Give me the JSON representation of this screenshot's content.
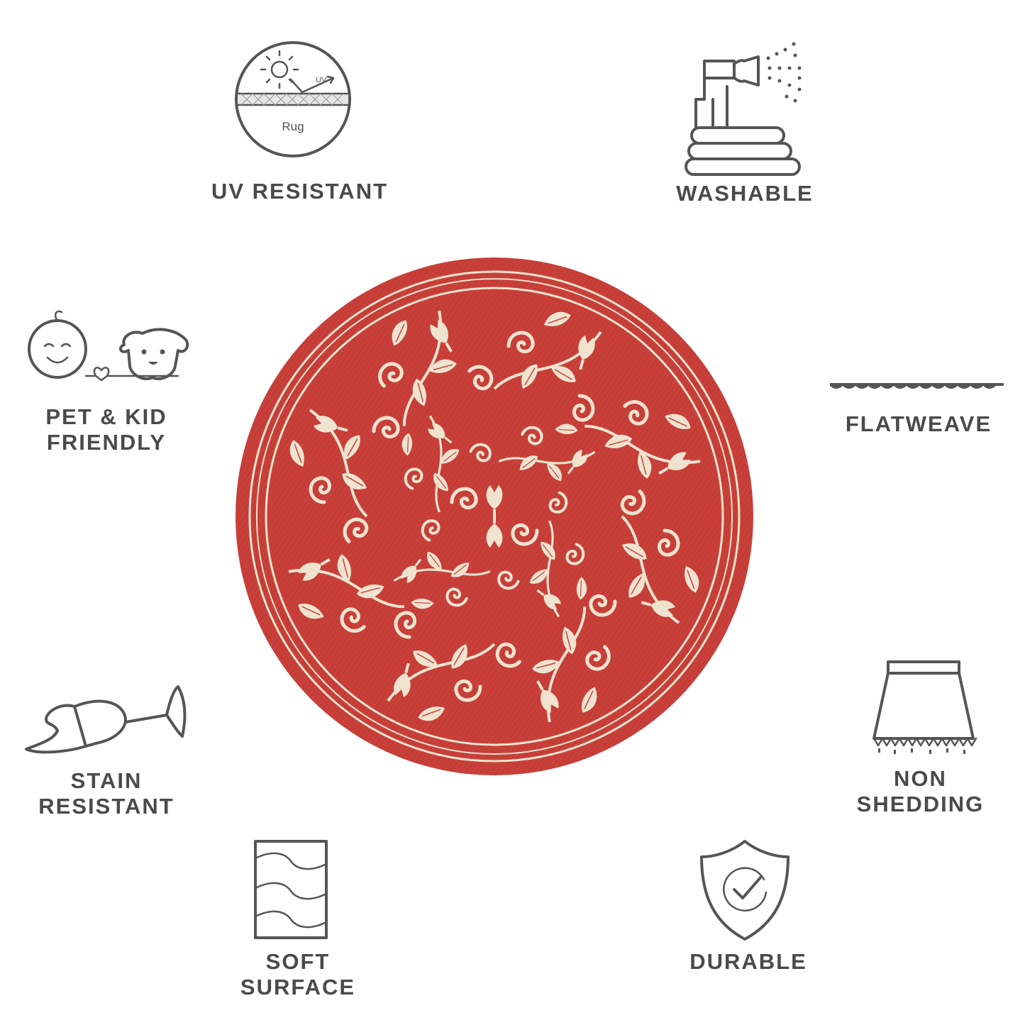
{
  "features": {
    "uv_resistant": {
      "label": "UV RESISTANT",
      "icon": "uv-sun-icon",
      "icon_text_rug": "Rug",
      "icon_text_uv": "UV"
    },
    "washable": {
      "label": "WASHABLE",
      "icon": "hose-spray-icon"
    },
    "pet_kid_friendly": {
      "label": "PET & KID\nFRIENDLY",
      "icon": "baby-dog-icon"
    },
    "flatweave": {
      "label": "FLATWEAVE",
      "icon": "flatweave-icon"
    },
    "stain_resistant": {
      "label": "STAIN\nRESISTANT",
      "icon": "spilled-wine-glass-icon"
    },
    "non_shedding": {
      "label": "NON\nSHEDDING",
      "icon": "non-shedding-rug-icon"
    },
    "soft_surface": {
      "label": "SOFT SURFACE",
      "icon": "soft-wave-icon"
    },
    "durable": {
      "label": "DURABLE",
      "icon": "shield-check-icon"
    }
  },
  "colors": {
    "text": "#4a4a4a",
    "icon_stroke": "#555555",
    "rug_red": "#c9403a",
    "rug_cream": "#efe3cf"
  }
}
